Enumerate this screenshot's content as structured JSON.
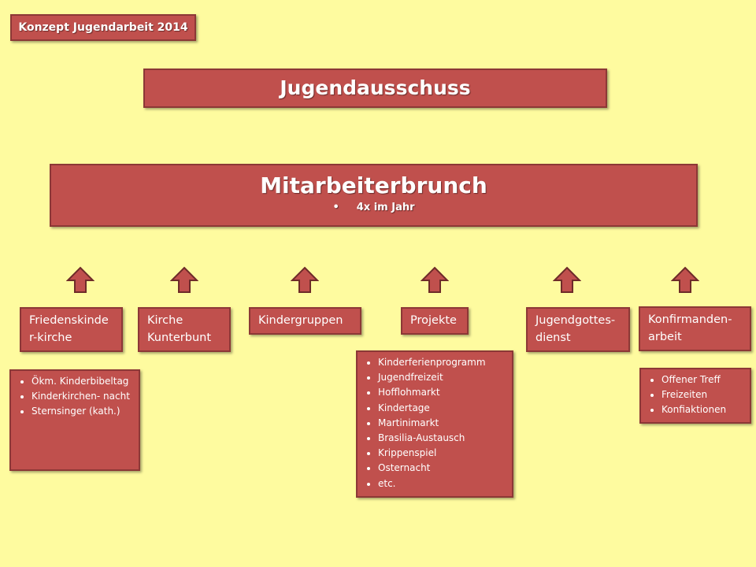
{
  "header": {
    "tag": "Konzept Jugendarbeit 2014"
  },
  "committee": {
    "title": "Jugendausschuss"
  },
  "brunch": {
    "title": "Mitarbeiterbrunch",
    "subtitle": "4x im Jahr"
  },
  "categories": [
    {
      "label": "Friedenskinde r-kirche"
    },
    {
      "label": "Kirche Kunterbunt"
    },
    {
      "label": "Kindergruppen"
    },
    {
      "label": "Projekte"
    },
    {
      "label": "Jugendgottes- dienst"
    },
    {
      "label": "Konfirmanden- arbeit"
    }
  ],
  "lists": {
    "friedenskinderkirche": [
      "Ökm. Kinderbibeltag",
      "Kinderkirchen- nacht",
      "Sternsinger (kath.)"
    ],
    "projekte": [
      "Kinderferienprogramm",
      "Jugendfreizeit",
      "Hofflohmarkt",
      "Kindertage",
      "Martinimarkt",
      "Brasilia-Austausch",
      "Krippenspiel",
      "Osternacht",
      "etc."
    ],
    "konfirmandenarbeit": [
      "Offener Treff",
      "Freizeiten",
      "Konfiaktionen"
    ]
  },
  "colors": {
    "background": "#fefb9f",
    "box_fill": "#c0504d",
    "box_border": "#8c3836",
    "arrow_fill": "#c0504d",
    "arrow_border": "#6e2b29",
    "text": "#ffffff"
  },
  "icons": {
    "arrow": "up-arrow-icon"
  }
}
